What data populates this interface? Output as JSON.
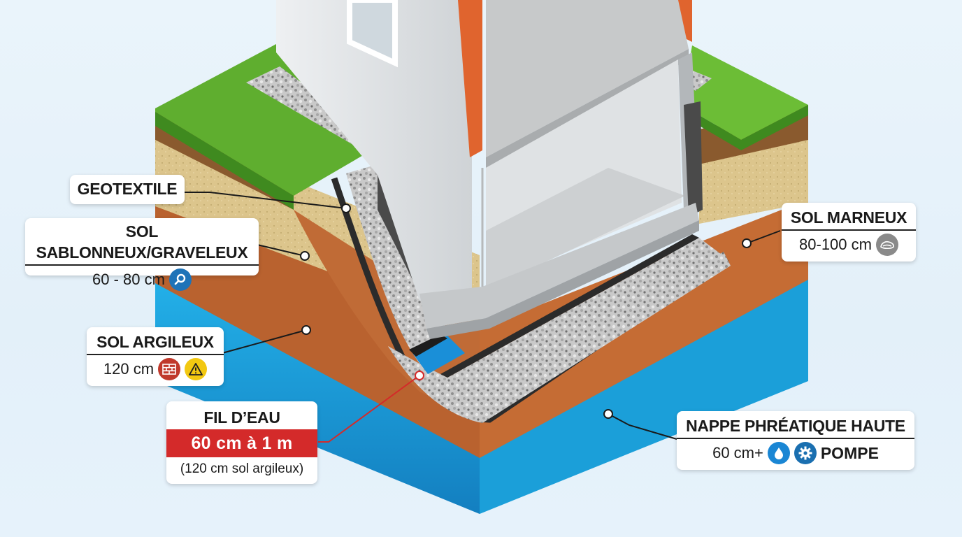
{
  "labels": {
    "geotextile": {
      "title": "GEOTEXTILE"
    },
    "sol_sablonneux": {
      "title": "SOL SABLONNEUX/GRAVELEUX",
      "value": "60 - 80 cm",
      "icon": "magnifier-icon",
      "icon_color": "#1e73b8"
    },
    "sol_argileux": {
      "title": "SOL ARGILEUX",
      "value": "120 cm",
      "icons": [
        "brick-icon",
        "warning-icon"
      ],
      "icon_colors": [
        "#c0392b",
        "#f2c811"
      ]
    },
    "fil_deau": {
      "title": "FIL D’EAU",
      "value": "60 cm à 1 m",
      "note": "(120 cm sol argileux)",
      "accent": "#d42a2a"
    },
    "sol_marneux": {
      "title": "SOL MARNEUX",
      "value": "80-100 cm",
      "icon": "stone-icon",
      "icon_color": "#8a8a8a"
    },
    "nappe": {
      "title": "NAPPE PHRÉATIQUE HAUTE",
      "value": "60 cm+",
      "icons": [
        "water-drop-icon",
        "gear-icon"
      ],
      "icon_colors": [
        "#1a86d4",
        "#1a6fb0"
      ],
      "action": "POMPE"
    }
  },
  "colors": {
    "grass": "#5fae2f",
    "sand": "#d9c48a",
    "clay": "#b86432",
    "water": "#1ba4de",
    "gravel": "#b9b9b9",
    "concrete": "#d9dcde",
    "roof": "#e06a34"
  }
}
